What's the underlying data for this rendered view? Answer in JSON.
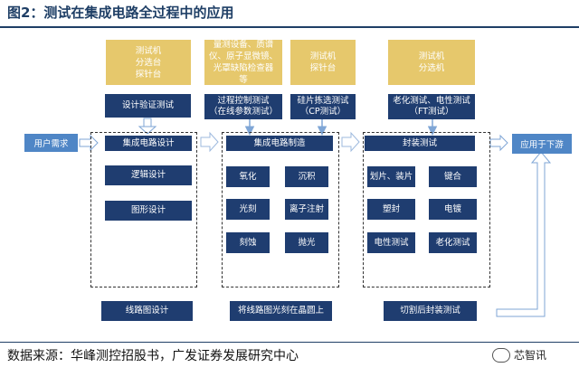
{
  "figure_title": "图2：测试在集成电路全过程中的应用",
  "source_text": "数据来源：华峰测控招股书，广发证券发展研究中心",
  "brand": "芯智讯",
  "equipment": [
    "测试机\n分选台\n探针台",
    "量测设备、质谱\n仪、原子显微镜、\n光罩缺陷检查器\n等",
    "测试机\n探针台",
    "测试机\n分选机"
  ],
  "tests": [
    "设计验证测试",
    "过程控制测试\n（在线参数测试）",
    "硅片拣选测试\n（CP测试）",
    "老化测试、电性测试\n（FT测试）"
  ],
  "user_demand": "用户需求",
  "downstream": "应用于下游",
  "design": {
    "title": "集成电路设计",
    "items": [
      "逻辑设计",
      "图形设计"
    ],
    "bottom": "线路图设计"
  },
  "manufacturing": {
    "title": "集成电路制造",
    "items": [
      "氧化",
      "沉积",
      "光刻",
      "离子注射",
      "刻蚀",
      "抛光"
    ],
    "bottom": "将线路图光刻在晶圆上"
  },
  "packaging": {
    "title": "封装测试",
    "items": [
      "划片、装片",
      "键合",
      "塑封",
      "电镀",
      "电性测试",
      "老化测试"
    ],
    "bottom": "切割后封装测试"
  },
  "colors": {
    "navy": "#1f3d70",
    "gold": "#e6c86c",
    "light_blue": "#4f86c6",
    "title_blue": "#1f3f66"
  }
}
